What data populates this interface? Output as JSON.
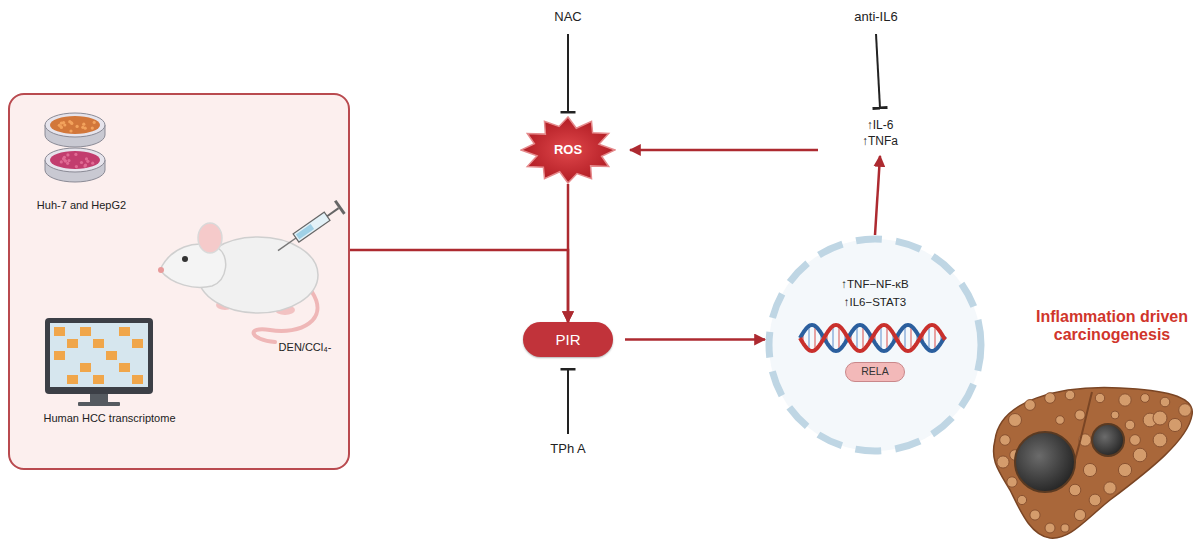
{
  "diagram": {
    "nodes": [
      {
        "text": [
          "Huh-7 and HepG2",
          "DEN/CCl₄-",
          "Human HCC transcriptome"
        ]
      },
      {
        "text": [
          "NAC"
        ]
      },
      {
        "text": [
          "ROS"
        ]
      },
      {
        "text": [
          "PIR"
        ]
      },
      {
        "text": [
          "TPh A"
        ]
      },
      {
        "text": [
          "anti-IL6"
        ]
      },
      {
        "text": [
          "↑IL-6",
          "↑TNFa"
        ]
      },
      {
        "text": [
          "↑TNF−NF-κB",
          "↑IL6−STAT3"
        ]
      },
      {
        "text": [
          "RELA"
        ],
        "in": 7
      }
    ],
    "edges": [
      {
        "from": 0,
        "to": 3,
        "arrow": "to"
      },
      {
        "from": 1,
        "to": 2,
        "arrow": "to"
      },
      {
        "from": 2,
        "to": 3,
        "arrow": "to"
      },
      {
        "from": 4,
        "to": 3,
        "arrow": "to"
      },
      {
        "from": 3,
        "to": 7,
        "arrow": "to"
      },
      {
        "from": 7,
        "to": 6,
        "arrow": "to"
      },
      {
        "from": 6,
        "to": 2,
        "arrow": "to"
      },
      {
        "from": 5,
        "to": 6,
        "arrow": "to"
      }
    ],
    "labels": [
      "Inflammation driven carcinogenesis"
    ]
  }
}
